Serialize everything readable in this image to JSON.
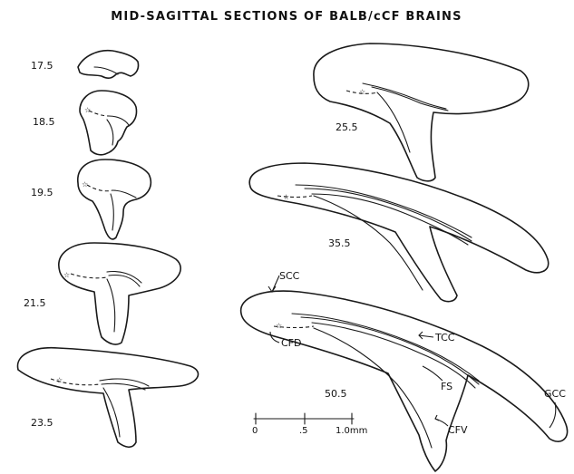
{
  "title": "MID-SAGITTAL SECTIONS OF BALB/cCF BRAINS",
  "sections": [
    {
      "age": "17.5"
    },
    {
      "age": "18.5"
    },
    {
      "age": "19.5"
    },
    {
      "age": "21.5"
    },
    {
      "age": "23.5"
    },
    {
      "age": "25.5"
    },
    {
      "age": "35.5"
    },
    {
      "age": "50.5"
    }
  ],
  "annotations": {
    "scc": "SCC",
    "cfd": "CFD",
    "tcc": "TCC",
    "fs": "FS",
    "gcc": "GCC",
    "cfv": "CFV"
  },
  "scale_bar": {
    "ticks": [
      "0",
      ".5",
      "1.0mm"
    ]
  },
  "colors": {
    "ink": "#1a1a1a",
    "background": "#ffffff"
  }
}
